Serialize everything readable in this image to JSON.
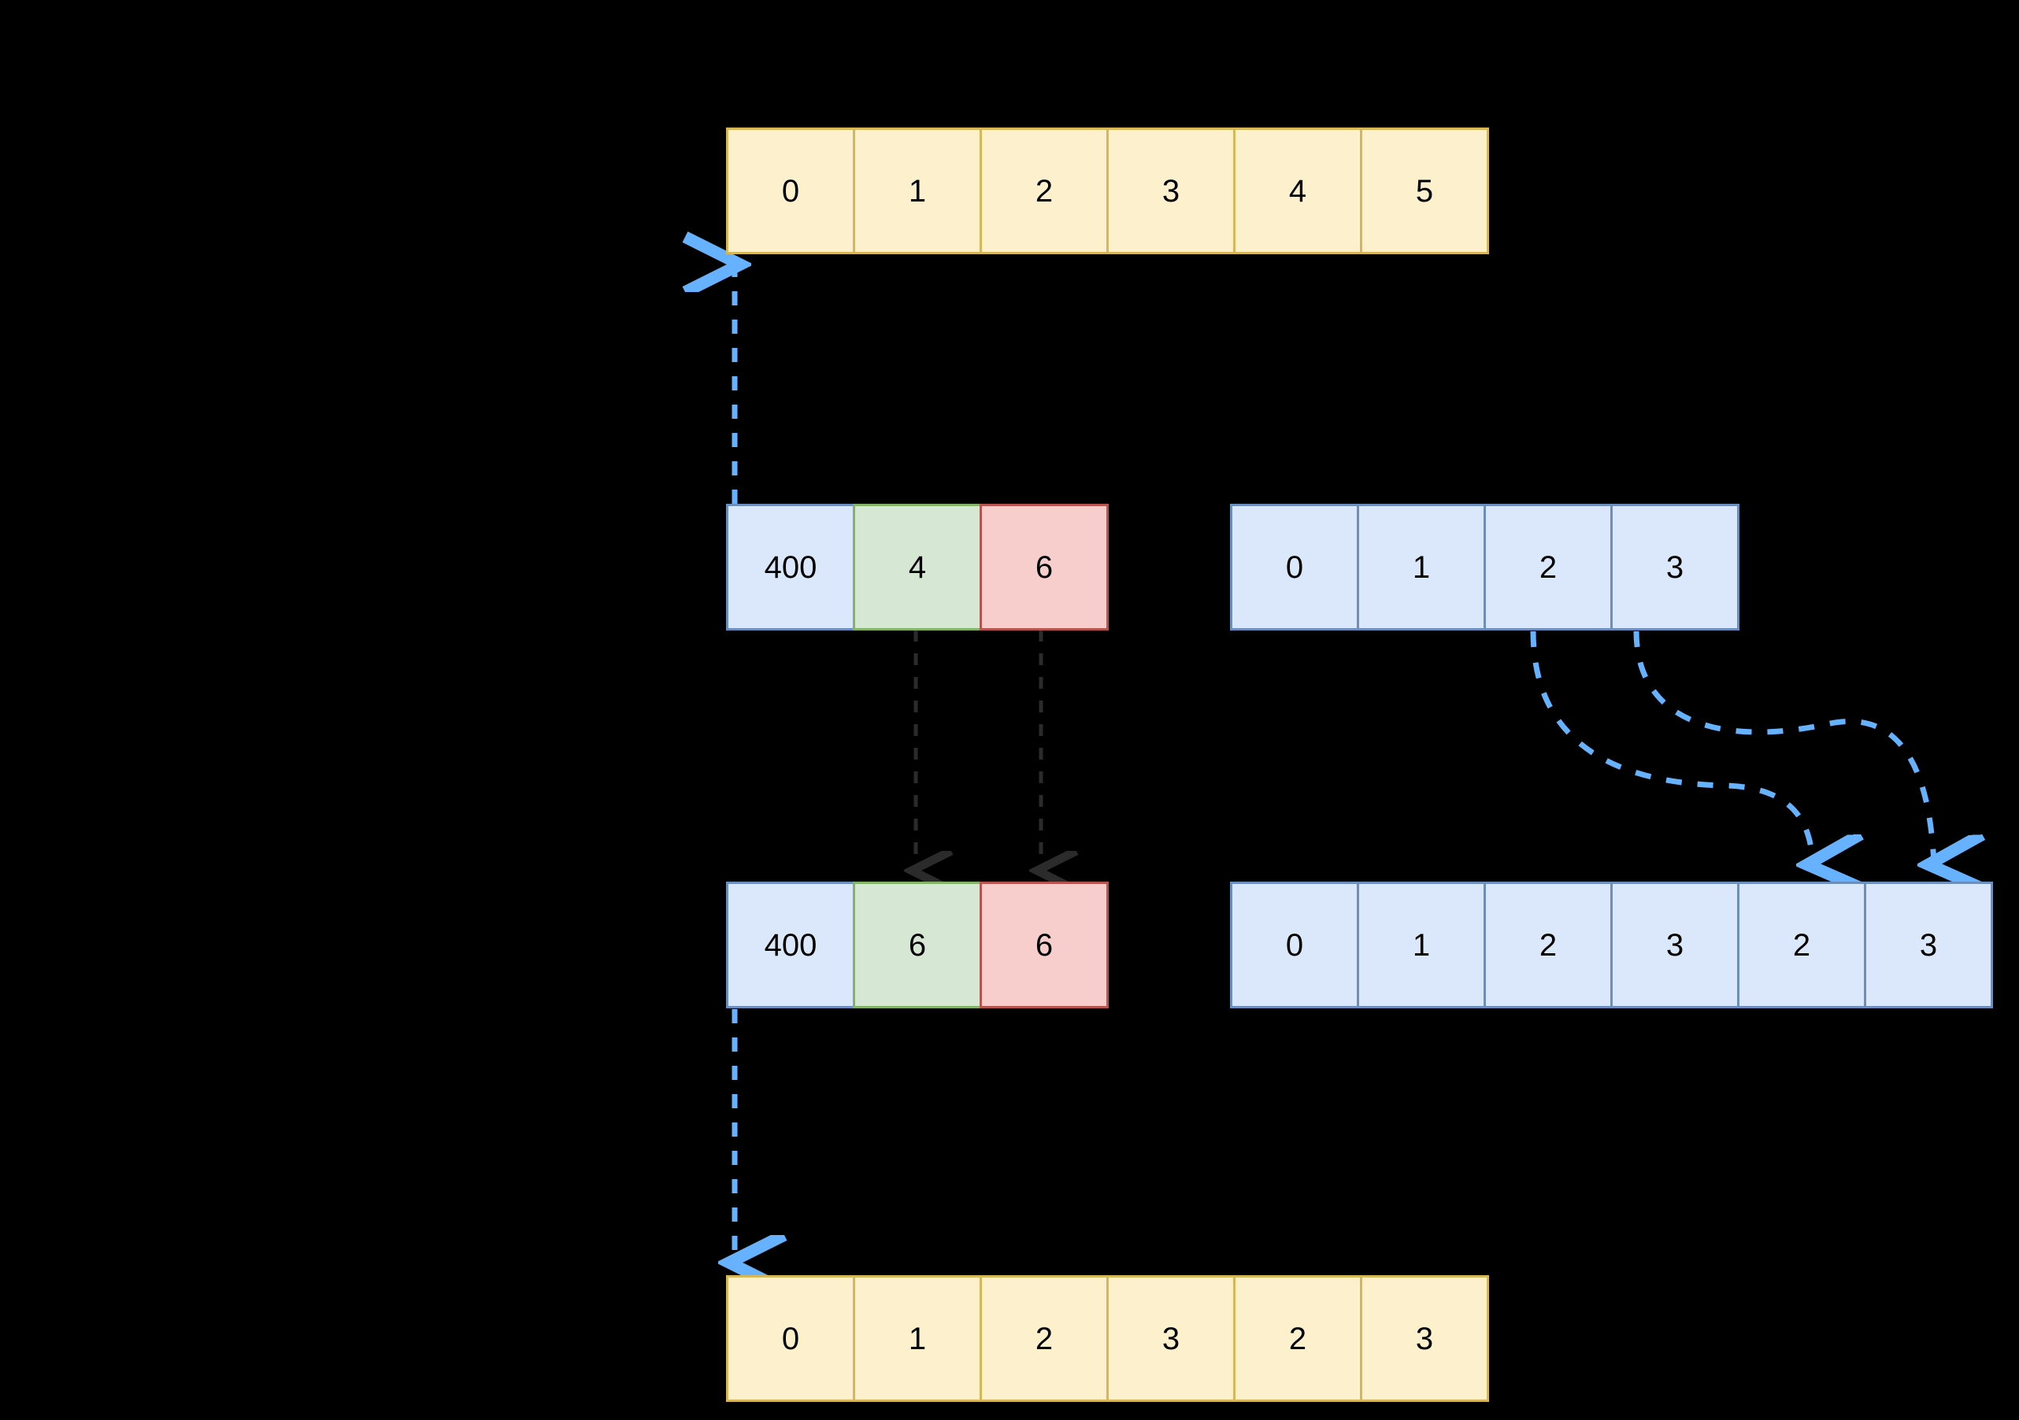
{
  "diagram": {
    "title": "array-index-mapping-diagram",
    "background_color": "#000000",
    "colors": {
      "yellow_fill": "#fdf0cd",
      "yellow_stroke": "#d6b656",
      "blue_fill": "#dbe8fb",
      "blue_stroke": "#6c8ebf",
      "green_fill": "#d6e8d4",
      "green_stroke": "#82b366",
      "red_fill": "#f8cecc",
      "red_stroke": "#b85450",
      "blue_arrow": "#66b2ff",
      "gray_arrow": "#2b2b2b",
      "text": "#000000"
    },
    "arrays": {
      "top_yellow": {
        "name": "top-yellow-array",
        "cells": [
          {
            "value": "0",
            "style": "yellow"
          },
          {
            "value": "1",
            "style": "yellow"
          },
          {
            "value": "2",
            "style": "yellow"
          },
          {
            "value": "3",
            "style": "yellow"
          },
          {
            "value": "4",
            "style": "yellow"
          },
          {
            "value": "5",
            "style": "yellow"
          }
        ]
      },
      "mid_left": {
        "name": "mid-left-array",
        "cells": [
          {
            "value": "400",
            "style": "blue"
          },
          {
            "value": "4",
            "style": "green"
          },
          {
            "value": "6",
            "style": "red"
          }
        ]
      },
      "mid_right": {
        "name": "mid-right-array",
        "cells": [
          {
            "value": "0",
            "style": "blue"
          },
          {
            "value": "1",
            "style": "blue"
          },
          {
            "value": "2",
            "style": "blue"
          },
          {
            "value": "3",
            "style": "blue"
          }
        ]
      },
      "lower_left": {
        "name": "lower-left-array",
        "cells": [
          {
            "value": "400",
            "style": "blue"
          },
          {
            "value": "6",
            "style": "green"
          },
          {
            "value": "6",
            "style": "red"
          }
        ]
      },
      "lower_right": {
        "name": "lower-right-array",
        "cells": [
          {
            "value": "0",
            "style": "blue"
          },
          {
            "value": "1",
            "style": "blue"
          },
          {
            "value": "2",
            "style": "blue"
          },
          {
            "value": "3",
            "style": "blue"
          },
          {
            "value": "2",
            "style": "blue"
          },
          {
            "value": "3",
            "style": "blue"
          }
        ]
      },
      "bottom_yellow": {
        "name": "bottom-yellow-array",
        "cells": [
          {
            "value": "0",
            "style": "yellow"
          },
          {
            "value": "1",
            "style": "yellow"
          },
          {
            "value": "2",
            "style": "yellow"
          },
          {
            "value": "3",
            "style": "yellow"
          },
          {
            "value": "2",
            "style": "yellow"
          },
          {
            "value": "3",
            "style": "yellow"
          }
        ]
      }
    },
    "connectors": [
      {
        "name": "blue-up-arrow-mid-left-to-top-yellow",
        "style": "dashed",
        "color": "#66b2ff",
        "direction": "up"
      },
      {
        "name": "blue-down-arrow-lower-left-to-bottom-yellow",
        "style": "dashed",
        "color": "#66b2ff",
        "direction": "down"
      },
      {
        "name": "gray-down-arrow-green-cell",
        "style": "dashed",
        "color": "#2b2b2b",
        "direction": "down"
      },
      {
        "name": "gray-down-arrow-red-cell",
        "style": "dashed",
        "color": "#2b2b2b",
        "direction": "down"
      },
      {
        "name": "blue-curve-arrow-index-2",
        "style": "dashed-curve",
        "color": "#66b2ff",
        "direction": "down"
      },
      {
        "name": "blue-curve-arrow-index-3",
        "style": "dashed-curve",
        "color": "#66b2ff",
        "direction": "down"
      }
    ]
  }
}
